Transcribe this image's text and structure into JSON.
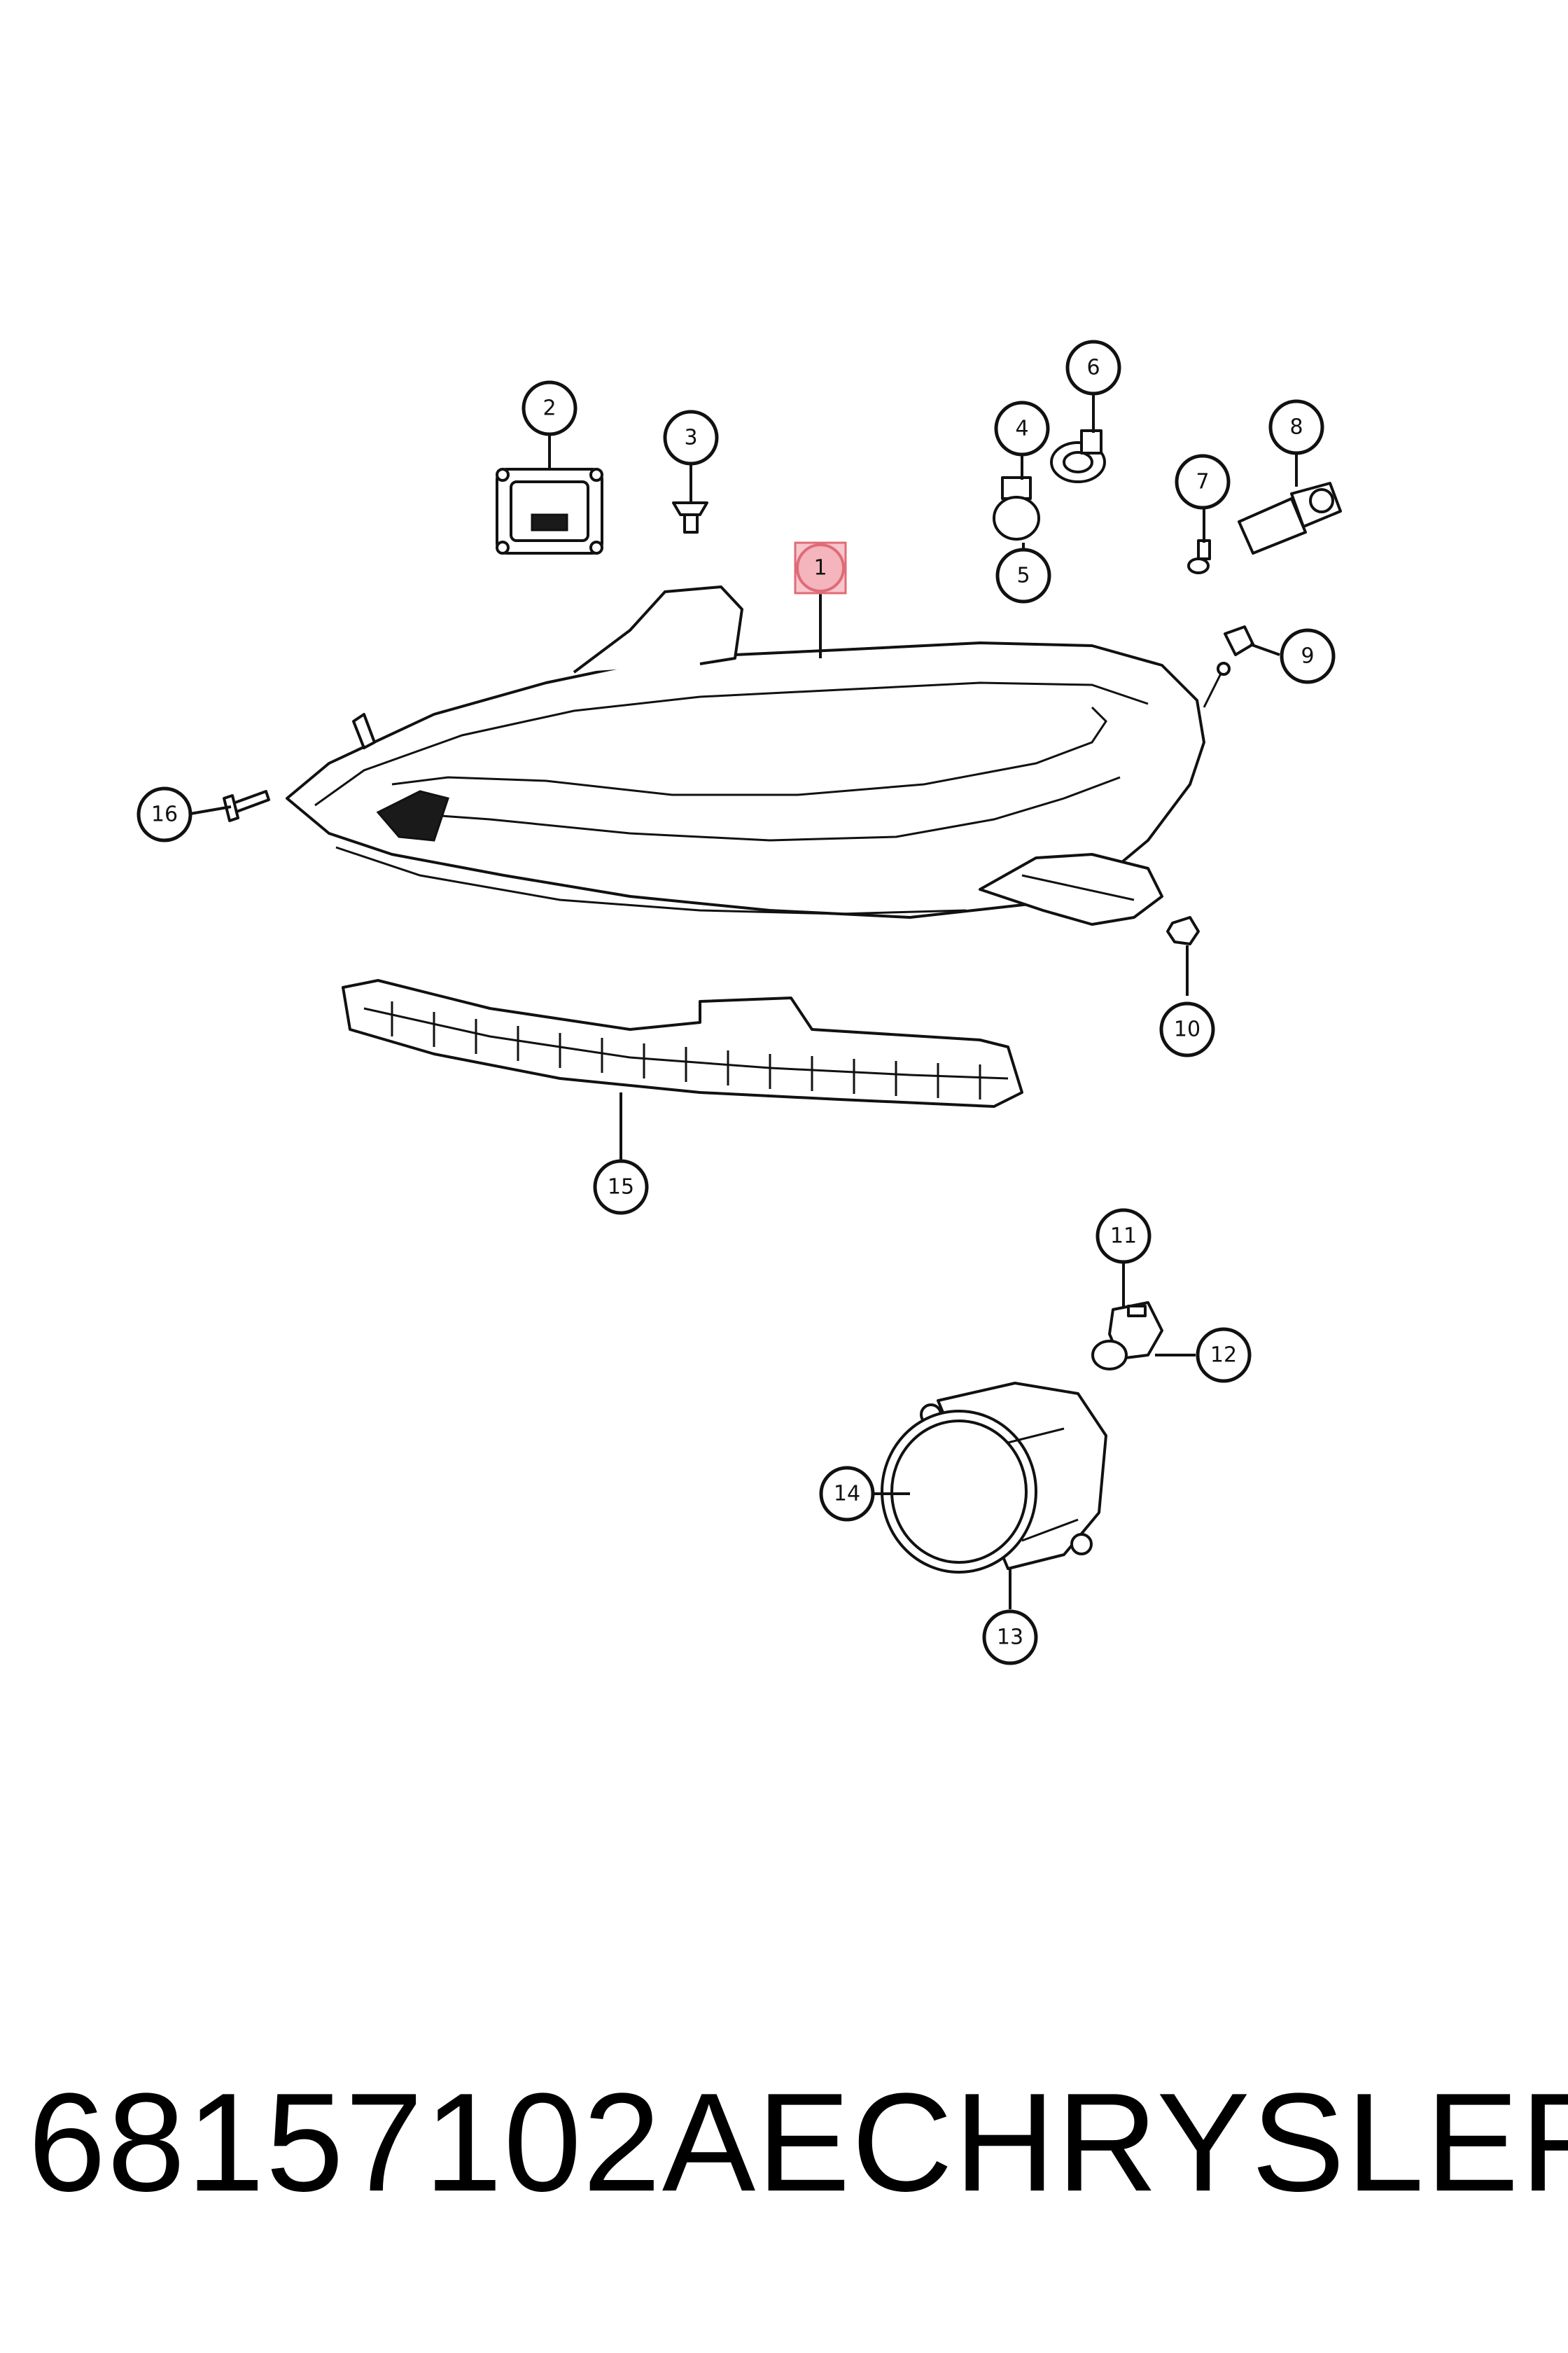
{
  "caption": {
    "part_number": "68157102AE",
    "brand": "CHRYSLER"
  },
  "callouts": {
    "c1": "1",
    "c2": "2",
    "c3": "3",
    "c4": "4",
    "c5": "5",
    "c6": "6",
    "c7": "7",
    "c8": "8",
    "c9": "9",
    "c10": "10",
    "c11": "11",
    "c12": "12",
    "c13": "13",
    "c14": "14",
    "c15": "15",
    "c16": "16"
  },
  "highlighted_callout": "1",
  "colors": {
    "line": "#111111",
    "highlight_fill": "#f7c6cb",
    "highlight_stroke": "#e06b78"
  }
}
